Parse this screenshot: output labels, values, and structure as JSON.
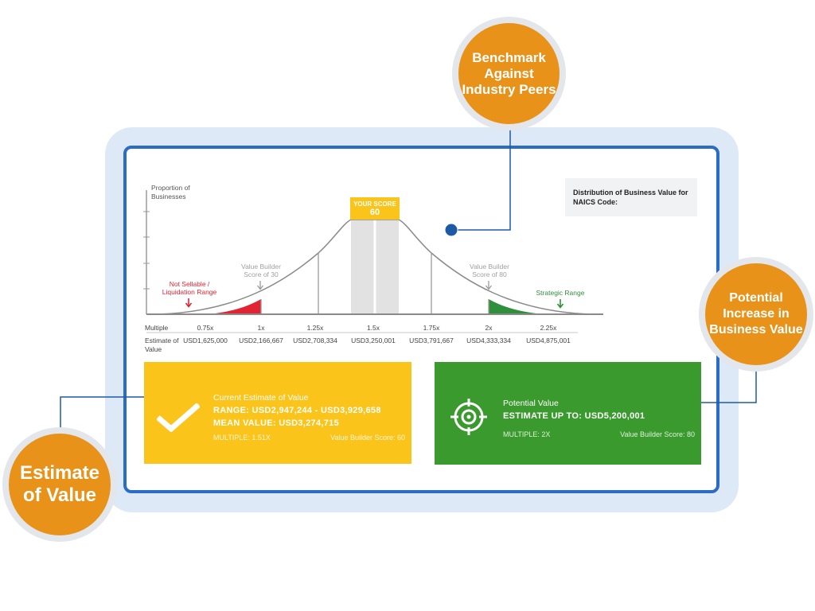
{
  "callouts": {
    "benchmark": "Benchmark\nAgainst\nIndustry Peers",
    "potential_increase": "Potential\nIncrease in\nBusiness Value",
    "estimate": "Estimate\nof Value"
  },
  "chart": {
    "y_label": "Proportion of\nBusinesses",
    "score_badge_label": "YOUR SCORE",
    "score_badge_value": "60",
    "not_sellable_label": "Not Sellable /\nLiquidation Range",
    "vb30_label": "Value Builder\nScore of 30",
    "vb80_label": "Value Builder\nScore of 80",
    "strategic_label": "Strategic Range",
    "multiple_row_label": "Multiple",
    "estimate_row_label": "Estimate of\nValue",
    "multiples": [
      "0.75x",
      "1x",
      "1.25x",
      "1.5x",
      "1.75x",
      "2x",
      "2.25x"
    ],
    "estimates": [
      "USD1,625,000",
      "USD2,166,667",
      "USD2,708,334",
      "USD3,250,001",
      "USD3,791,667",
      "USD4,333,334",
      "USD4,875,001"
    ]
  },
  "legend": {
    "title": "Distribution of Business Value for\nNAICS Code:"
  },
  "current_estimate": {
    "title": "Current Estimate of Value",
    "range": "RANGE: USD2,947,244 - USD3,929,658",
    "mean": "MEAN VALUE: USD3,274,715",
    "multiple": "MULTIPLE: 1.51X",
    "score": "Value Builder Score: 60",
    "icon": "checkmark-icon"
  },
  "potential_value": {
    "title": "Potential Value",
    "estimate": "ESTIMATE UP TO: USD5,200,001",
    "multiple": "MULTIPLE: 2X",
    "score": "Value Builder Score: 80",
    "icon": "target-icon"
  },
  "colors": {
    "orange": "#e8921a",
    "blue_frame": "#2b6cc4",
    "yellow_card": "#fbc41a",
    "green_card": "#3a9a2e",
    "red_zone": "#e02433",
    "green_zone": "#2f8f3a",
    "connector": "#1d5aa6"
  }
}
